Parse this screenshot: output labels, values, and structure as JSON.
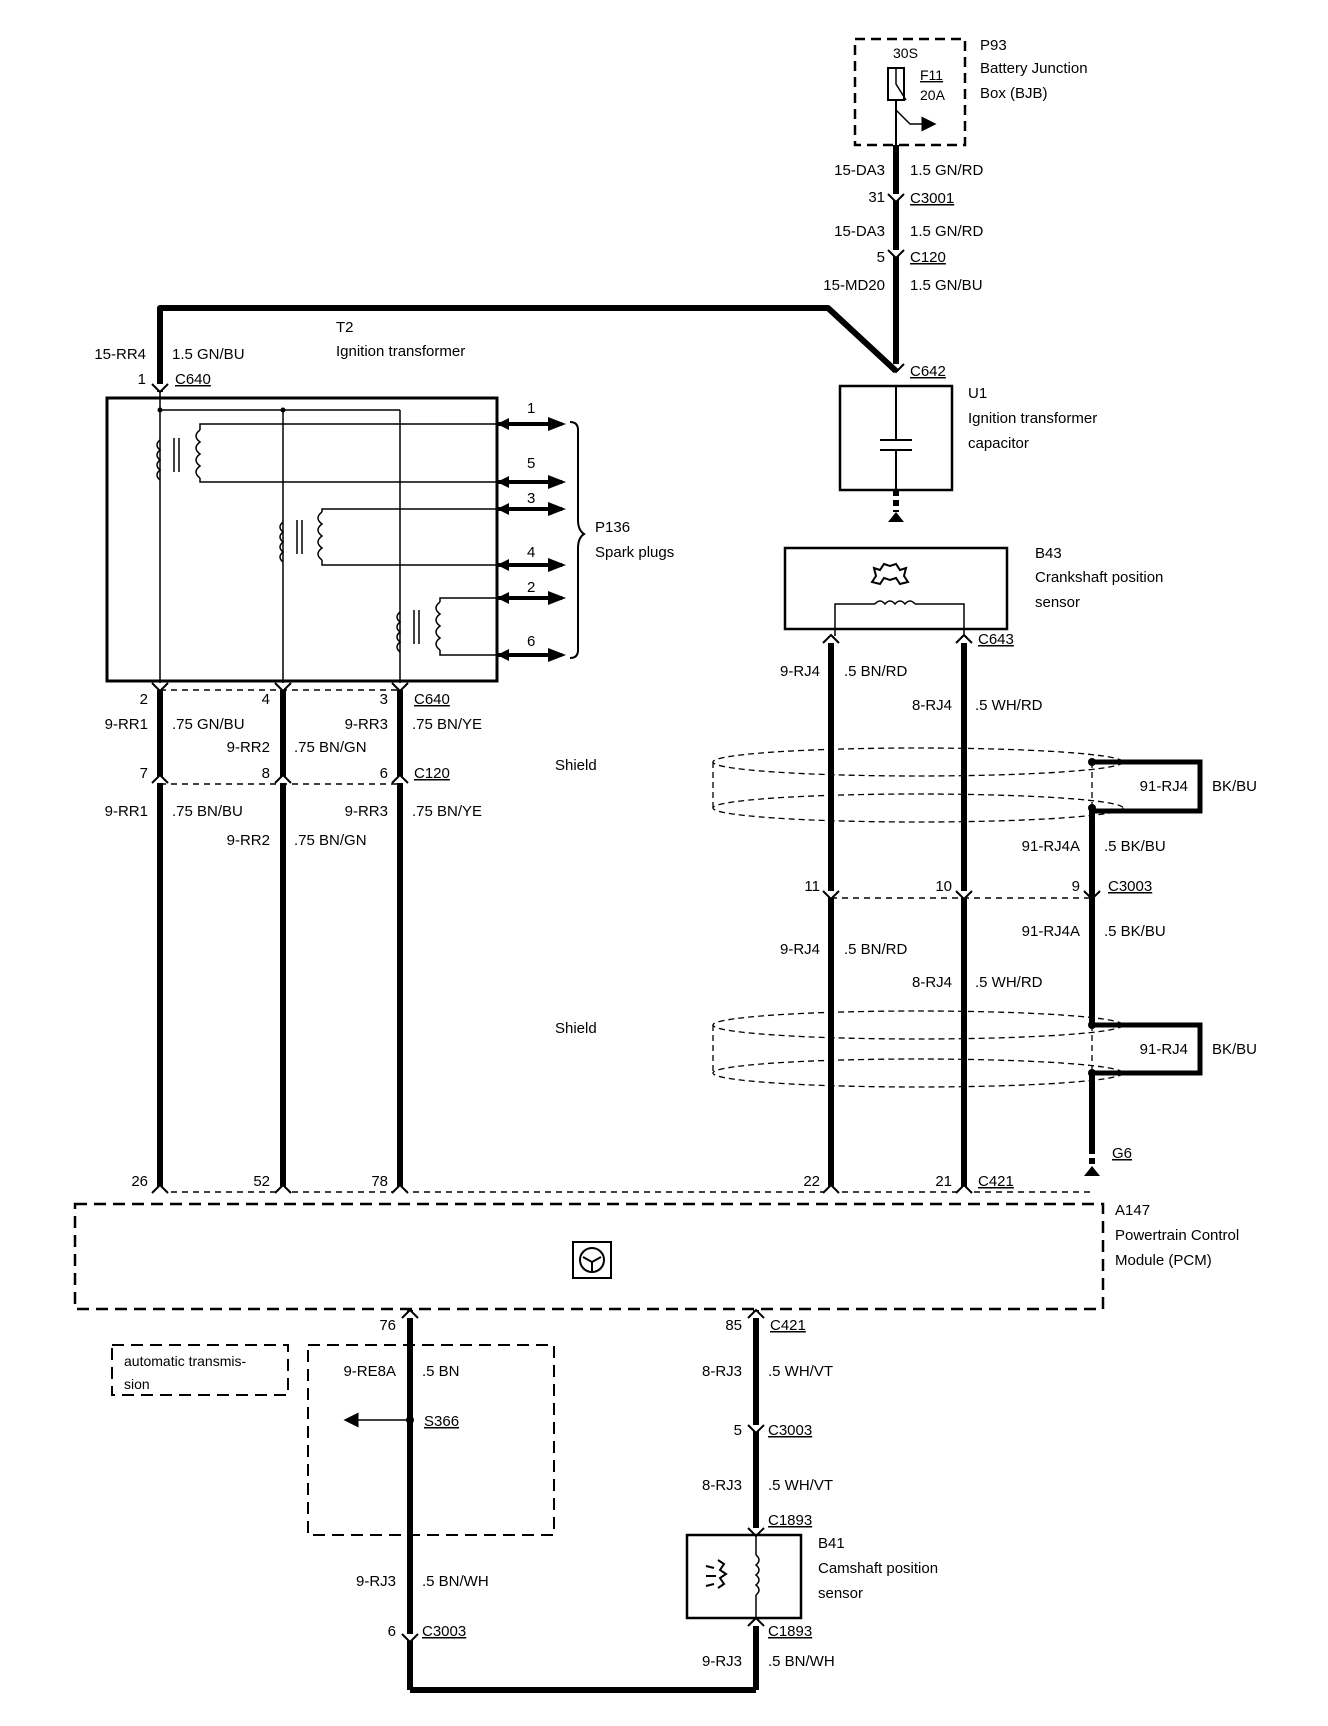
{
  "components": {
    "bjb": {
      "ref": "P93",
      "name1": "Battery Junction",
      "name2": "Box (BJB)",
      "terminal": "30S",
      "fuse": "F11",
      "rating": "20A"
    },
    "transformer": {
      "ref": "T2",
      "name": "Ignition transformer"
    },
    "capacitor": {
      "ref": "U1",
      "name1": "Ignition transformer",
      "name2": "capacitor"
    },
    "sparkplugs": {
      "ref": "P136",
      "name": "Spark plugs",
      "numbers": [
        "1",
        "5",
        "3",
        "4",
        "2",
        "6"
      ]
    },
    "ckp": {
      "ref": "B43",
      "name1": "Crankshaft position",
      "name2": "sensor"
    },
    "pcm": {
      "ref": "A147",
      "name1": "Powertrain Control",
      "name2": "Module (PCM)"
    },
    "cmp": {
      "ref": "B41",
      "name1": "Camshaft position",
      "name2": "sensor"
    },
    "auto_trans": {
      "line1": "automatic transmis-",
      "line2": "sion"
    },
    "splice": "S366",
    "ground": "G6",
    "shield": "Shield"
  },
  "connectors": {
    "C3001": "C3001",
    "C120": "C120",
    "C642": "C642",
    "C640": "C640",
    "C643": "C643",
    "C3003": "C3003",
    "C421": "C421",
    "C1893": "C1893"
  },
  "pins": {
    "p31": "31",
    "p5": "5",
    "p1": "1",
    "p2": "2",
    "p4": "4",
    "p3": "3",
    "p7": "7",
    "p8": "8",
    "p6": "6",
    "p11": "11",
    "p10": "10",
    "p9": "9",
    "p26": "26",
    "p52": "52",
    "p78": "78",
    "p22": "22",
    "p21": "21",
    "p76": "76",
    "p85": "85"
  },
  "wires": {
    "w_da3": "15-DA3",
    "w_md20": "15-MD20",
    "w_rr4": "15-RR4",
    "w_rr1": "9-RR1",
    "w_rr2": "9-RR2",
    "w_rr3": "9-RR3",
    "w_rj4_9": "9-RJ4",
    "w_rj4_8": "8-RJ4",
    "w_rj4_91": "91-RJ4",
    "w_rj4a": "91-RJ4A",
    "w_re8a": "9-RE8A",
    "w_rj3_9": "9-RJ3",
    "w_rj3_8": "8-RJ3"
  },
  "colors": {
    "gnrd": "1.5 GN/RD",
    "gnbu15": "1.5 GN/BU",
    "gnbu75": ".75 GN/BU",
    "bnbu75": ".75 BN/BU",
    "bngn75": ".75 BN/GN",
    "bnye75": ".75 BN/YE",
    "bnrd": ".5 BN/RD",
    "whrd": ".5 WH/RD",
    "bkbu": "BK/BU",
    "bkbu5": ".5 BK/BU",
    "bn": ".5 BN",
    "whvt": ".5 WH/VT",
    "bnwh": ".5 BN/WH"
  }
}
